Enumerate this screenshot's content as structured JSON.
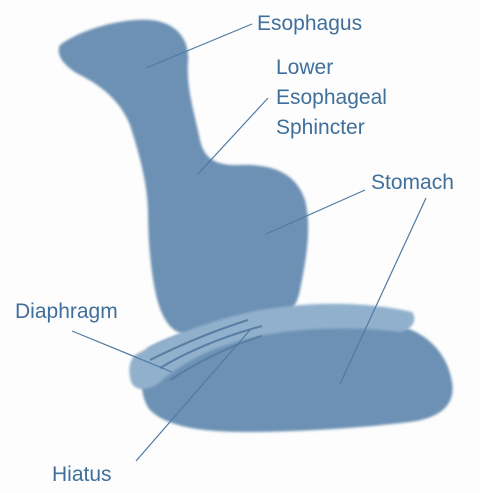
{
  "colors": {
    "organ": "#6a90b4",
    "organ_dark": "#557ca3",
    "organ_light": "#8fb0cd",
    "label_text": "#3f6f9b",
    "leader_line": "#4f7aa3",
    "background": "#ffffff"
  },
  "labels": {
    "esophagus": "Esophagus",
    "les_line1": "Lower",
    "les_line2": "Esophageal",
    "les_line3": "Sphincter",
    "stomach": "Stomach",
    "diaphragm": "Diaphragm",
    "hiatus": "Hiatus"
  }
}
